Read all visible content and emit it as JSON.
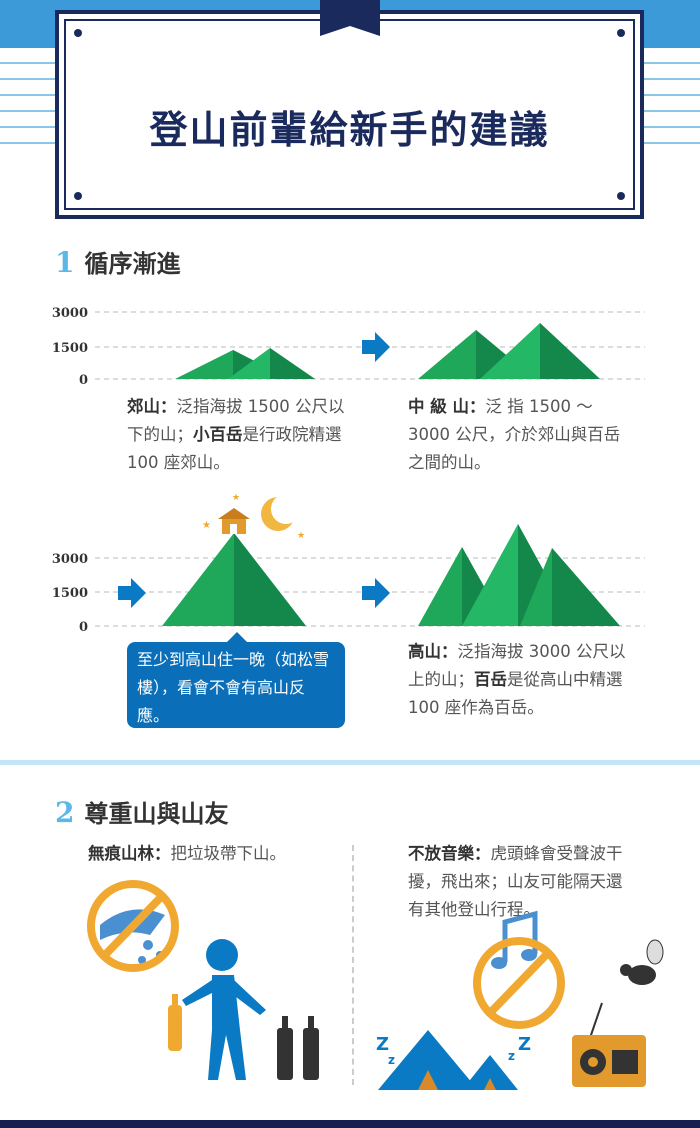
{
  "header": {
    "title": "登山前輩給新手的建議"
  },
  "section1": {
    "number": "1",
    "title": "循序漸進",
    "y_ticks": [
      "3000",
      "1500",
      "0"
    ],
    "suburban": {
      "term": "郊山",
      "sep": "：",
      "text1": "泛指海拔 1500 公尺以下的山；",
      "term2": "小百岳",
      "text2": "是行政院精選 100 座郊山。"
    },
    "mid": {
      "term": "中 級 山",
      "sep": "：",
      "text": "泛 指 1500 ～ 3000 公尺，介於郊山與百岳之間的山。"
    },
    "callout": "至少到高山住一晚（如松雪樓），看會不會有高山反應。",
    "high": {
      "term": "高山",
      "sep": "：",
      "text1": "泛指海拔 3000 公尺以上的山；",
      "term2": "百岳",
      "text2": "是從高山中精選 100 座作為百岳。"
    }
  },
  "section2": {
    "number": "2",
    "title": "尊重山與山友",
    "left": {
      "term": "無痕山林",
      "sep": "：",
      "text": "把垃圾帶下山。"
    },
    "right": {
      "term": "不放音樂",
      "sep": "：",
      "text": "虎頭蜂會受聲波干擾，飛出來；山友可能隔天還有其他登山行程。"
    }
  },
  "colors": {
    "navy": "#1b2a5c",
    "blue": "#0a6fb8",
    "green": "#1fa85a",
    "orange": "#f0a830"
  }
}
